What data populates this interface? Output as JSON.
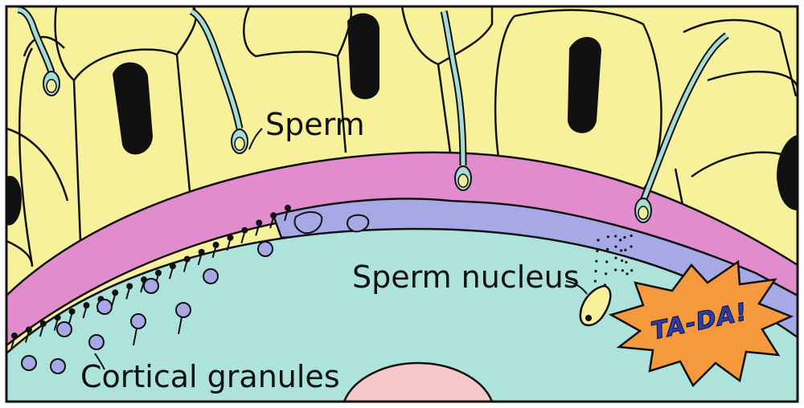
{
  "labels": {
    "sperm": "Sperm",
    "sperm_nucleus": "Sperm nucleus",
    "cortical_granules": "Cortical granules",
    "burst": "TA-DA!"
  },
  "colors": {
    "follicle_cells": "#f6f19a",
    "zona_pellucida": "#e08ccd",
    "fertilization_envelope": "#a7a8e6",
    "egg_cytoplasm": "#aee3dc",
    "egg_nucleus": "#f6c8c9",
    "sperm": "#a6dcd6",
    "granule": "#a7a8e6",
    "burst": "#f59a3c",
    "outline": "#111111"
  }
}
